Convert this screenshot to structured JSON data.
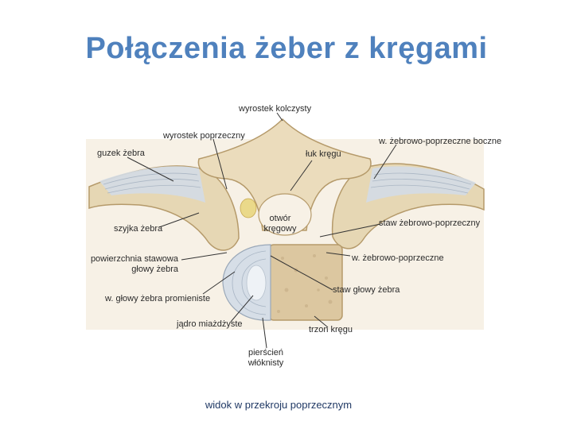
{
  "title": "Połączenia żeber z kręgami",
  "labels": {
    "spinous_process": "wyrostek kolczysty",
    "transverse_process": "wyrostek poprzeczny",
    "lateral_costotransverse_ligament": "w. żebrowo-poprzeczne boczne",
    "rib_tubercle": "guzek żebra",
    "vertebral_arch": "łuk kręgu",
    "rib_neck": "szyjka żebra",
    "vertebral_foramen_line1": "otwór",
    "vertebral_foramen_line2": "kręgowy",
    "costotransverse_joint": "staw żebrowo-poprzeczny",
    "articular_surface_line1": "powierzchnia stawowa",
    "articular_surface_line2": "głowy żebra",
    "costotransverse_ligament": "w. żebrowo-poprzeczne",
    "rib_head_joint": "staw głowy żebra",
    "radiate_ligament": "w. głowy żebra promieniste",
    "nucleus_pulposus": "jądro miażdżyste",
    "vertebral_body": "trzon kręgu",
    "annulus_line1": "pierścień",
    "annulus_line2": "włóknisty"
  },
  "caption": "widok w przekroju poprzecznym",
  "colors": {
    "title": "#4f81bd",
    "bone": "#e8d9b8",
    "bone_edge": "#b59a6a",
    "cancellous": "#d9c49c",
    "ligament": "#d6dde6",
    "disc": "#cfd8e2",
    "background_tissue": "#f4ece0"
  }
}
